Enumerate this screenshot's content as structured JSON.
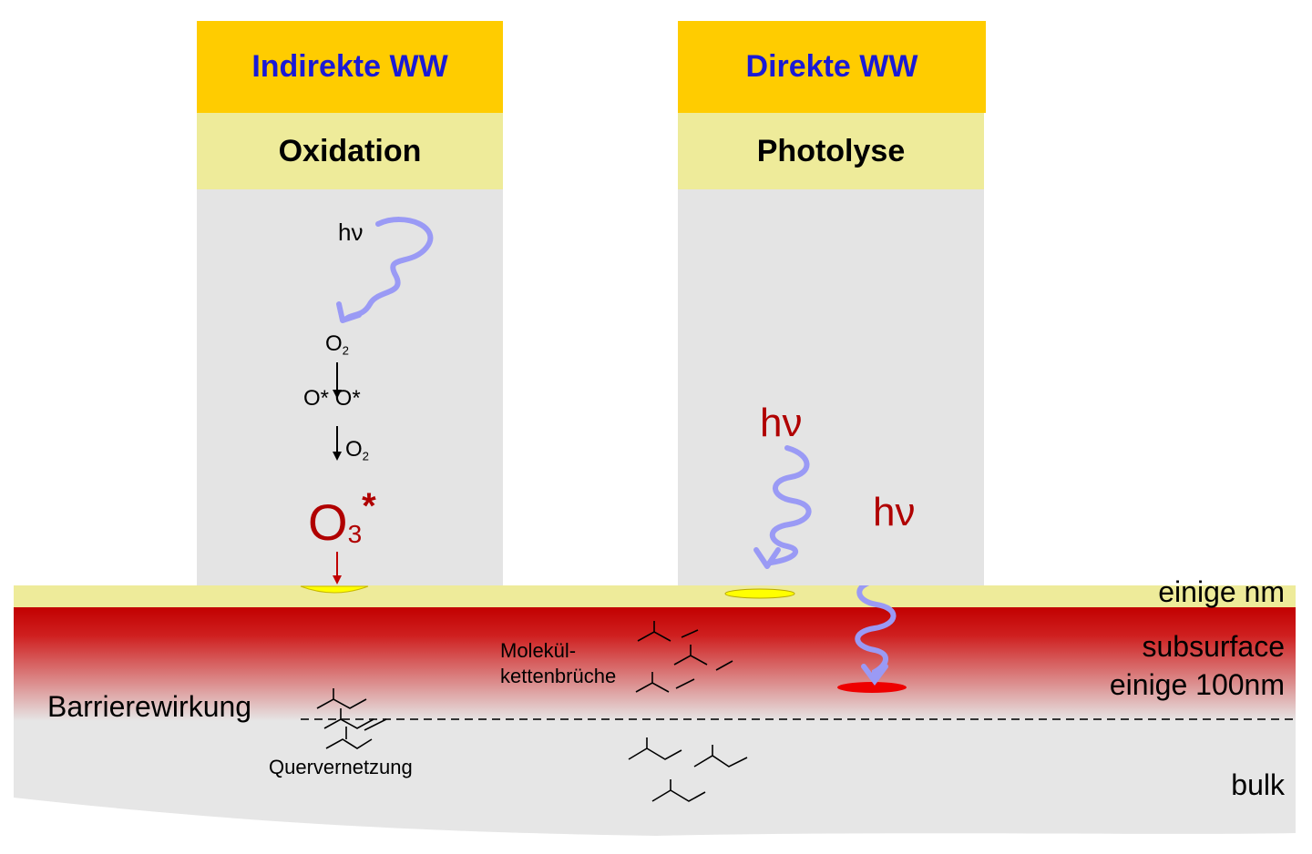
{
  "columns": {
    "left": {
      "header": "Indirekte WW",
      "subheader": "Oxidation"
    },
    "right": {
      "header": "Direkte WW",
      "subheader": "Photolyse"
    }
  },
  "left_chain": {
    "photon": "hν",
    "o2_top": "O",
    "o2_top_sub": "2",
    "radicals": "O* O*",
    "o2_side": "O",
    "o2_side_sub": "2",
    "ozone": "O",
    "ozone_sub": "3",
    "ozone_star": "*"
  },
  "right_chain": {
    "photon_1": "hν",
    "photon_2": "hν"
  },
  "layers": {
    "surface": "einige nm",
    "subsurface_1": "subsurface",
    "subsurface_2": "einige 100nm",
    "bulk": "bulk"
  },
  "annotations": {
    "barrier": "Barrierewirkung",
    "crosslink": "Quervernetzung",
    "chain_break_1": "Molekül-",
    "chain_break_2": "kettenbrüche"
  },
  "colors": {
    "header_bg": "#ffcc00",
    "header_text": "#1a1ad6",
    "subheader_bg": "#eeeb9a",
    "column_bg": "#e4e4e4",
    "surface_layer": "#eeeb9a",
    "subsurface_top": "#c20000",
    "photon_wave": "#9a9af5",
    "ozone_text": "#b00000",
    "spot_yellow": "#ffff00",
    "spot_red": "#ee0000"
  }
}
